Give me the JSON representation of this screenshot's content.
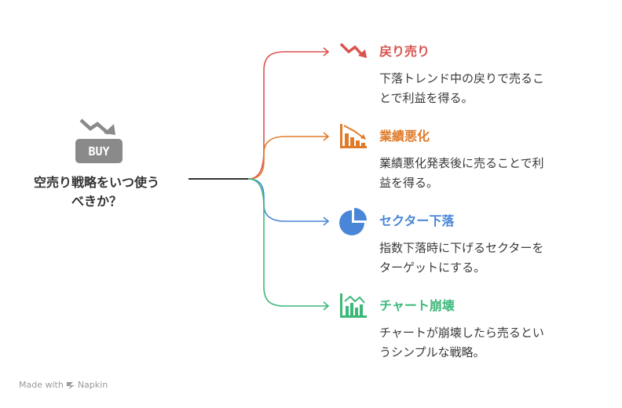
{
  "center": {
    "badge": "BUY",
    "title_line1": "空売り戦略をいつ使う",
    "title_line2": "べきか？"
  },
  "branches": [
    {
      "title": "戻り売り",
      "desc_line1": "下落トレンド中の戻りで売るこ",
      "desc_line2": "とで利益を得る。",
      "color": "#d9534f",
      "icon": "trend-down-icon"
    },
    {
      "title": "業績悪化",
      "desc_line1": "業績悪化発表後に売ることで利",
      "desc_line2": "益を得る。",
      "color": "#e07b2a",
      "icon": "declining-bar-chart-icon"
    },
    {
      "title": "セクター下落",
      "desc_line1": "指数下落時に下げるセクターを",
      "desc_line2": "ターゲットにする。",
      "color": "#4a86d8",
      "icon": "pie-chart-icon"
    },
    {
      "title": "チャート崩壊",
      "desc_line1": "チャートが崩壊したら売るとい",
      "desc_line2": "うシンプルな戦略。",
      "color": "#3db87a",
      "icon": "chart-collapse-icon"
    }
  ],
  "footer": {
    "made_with": "Made with",
    "brand": "Napkin"
  }
}
